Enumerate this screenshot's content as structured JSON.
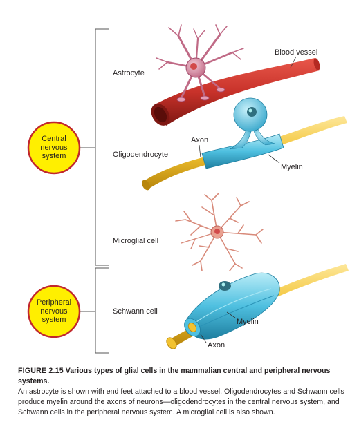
{
  "labels": {
    "central": [
      "Central",
      "nervous",
      "system"
    ],
    "peripheral": [
      "Peripheral",
      "nervous",
      "system"
    ],
    "astrocyte": "Astrocyte",
    "blood_vessel": "Blood vessel",
    "axon_top": "Axon",
    "oligodendrocyte": "Oligodendrocyte",
    "myelin_top": "Myelin",
    "microglial": "Microglial cell",
    "schwann": "Schwann cell",
    "myelin_bottom": "Myelin",
    "axon_bottom": "Axon"
  },
  "caption": {
    "figure_number": "FIGURE 2.15",
    "title": "Various types of glial cells in the mammalian central and peripheral nervous systems.",
    "body": "An astrocyte is shown with end feet attached to a blood vessel. Oligodendrocytes and Schwann cells produce myelin around the axons of neurons—oligodendrocytes in the central nervous system, and Schwann cells in the peripheral nervous system. A microglial cell is also shown."
  },
  "colors": {
    "circle_fill": "#ffef00",
    "circle_stroke": "#c1272d",
    "axon": "#f2c230",
    "myelin": "#4fc0e0",
    "vessel": "#c8322a",
    "microglia": "#d88a7a"
  }
}
